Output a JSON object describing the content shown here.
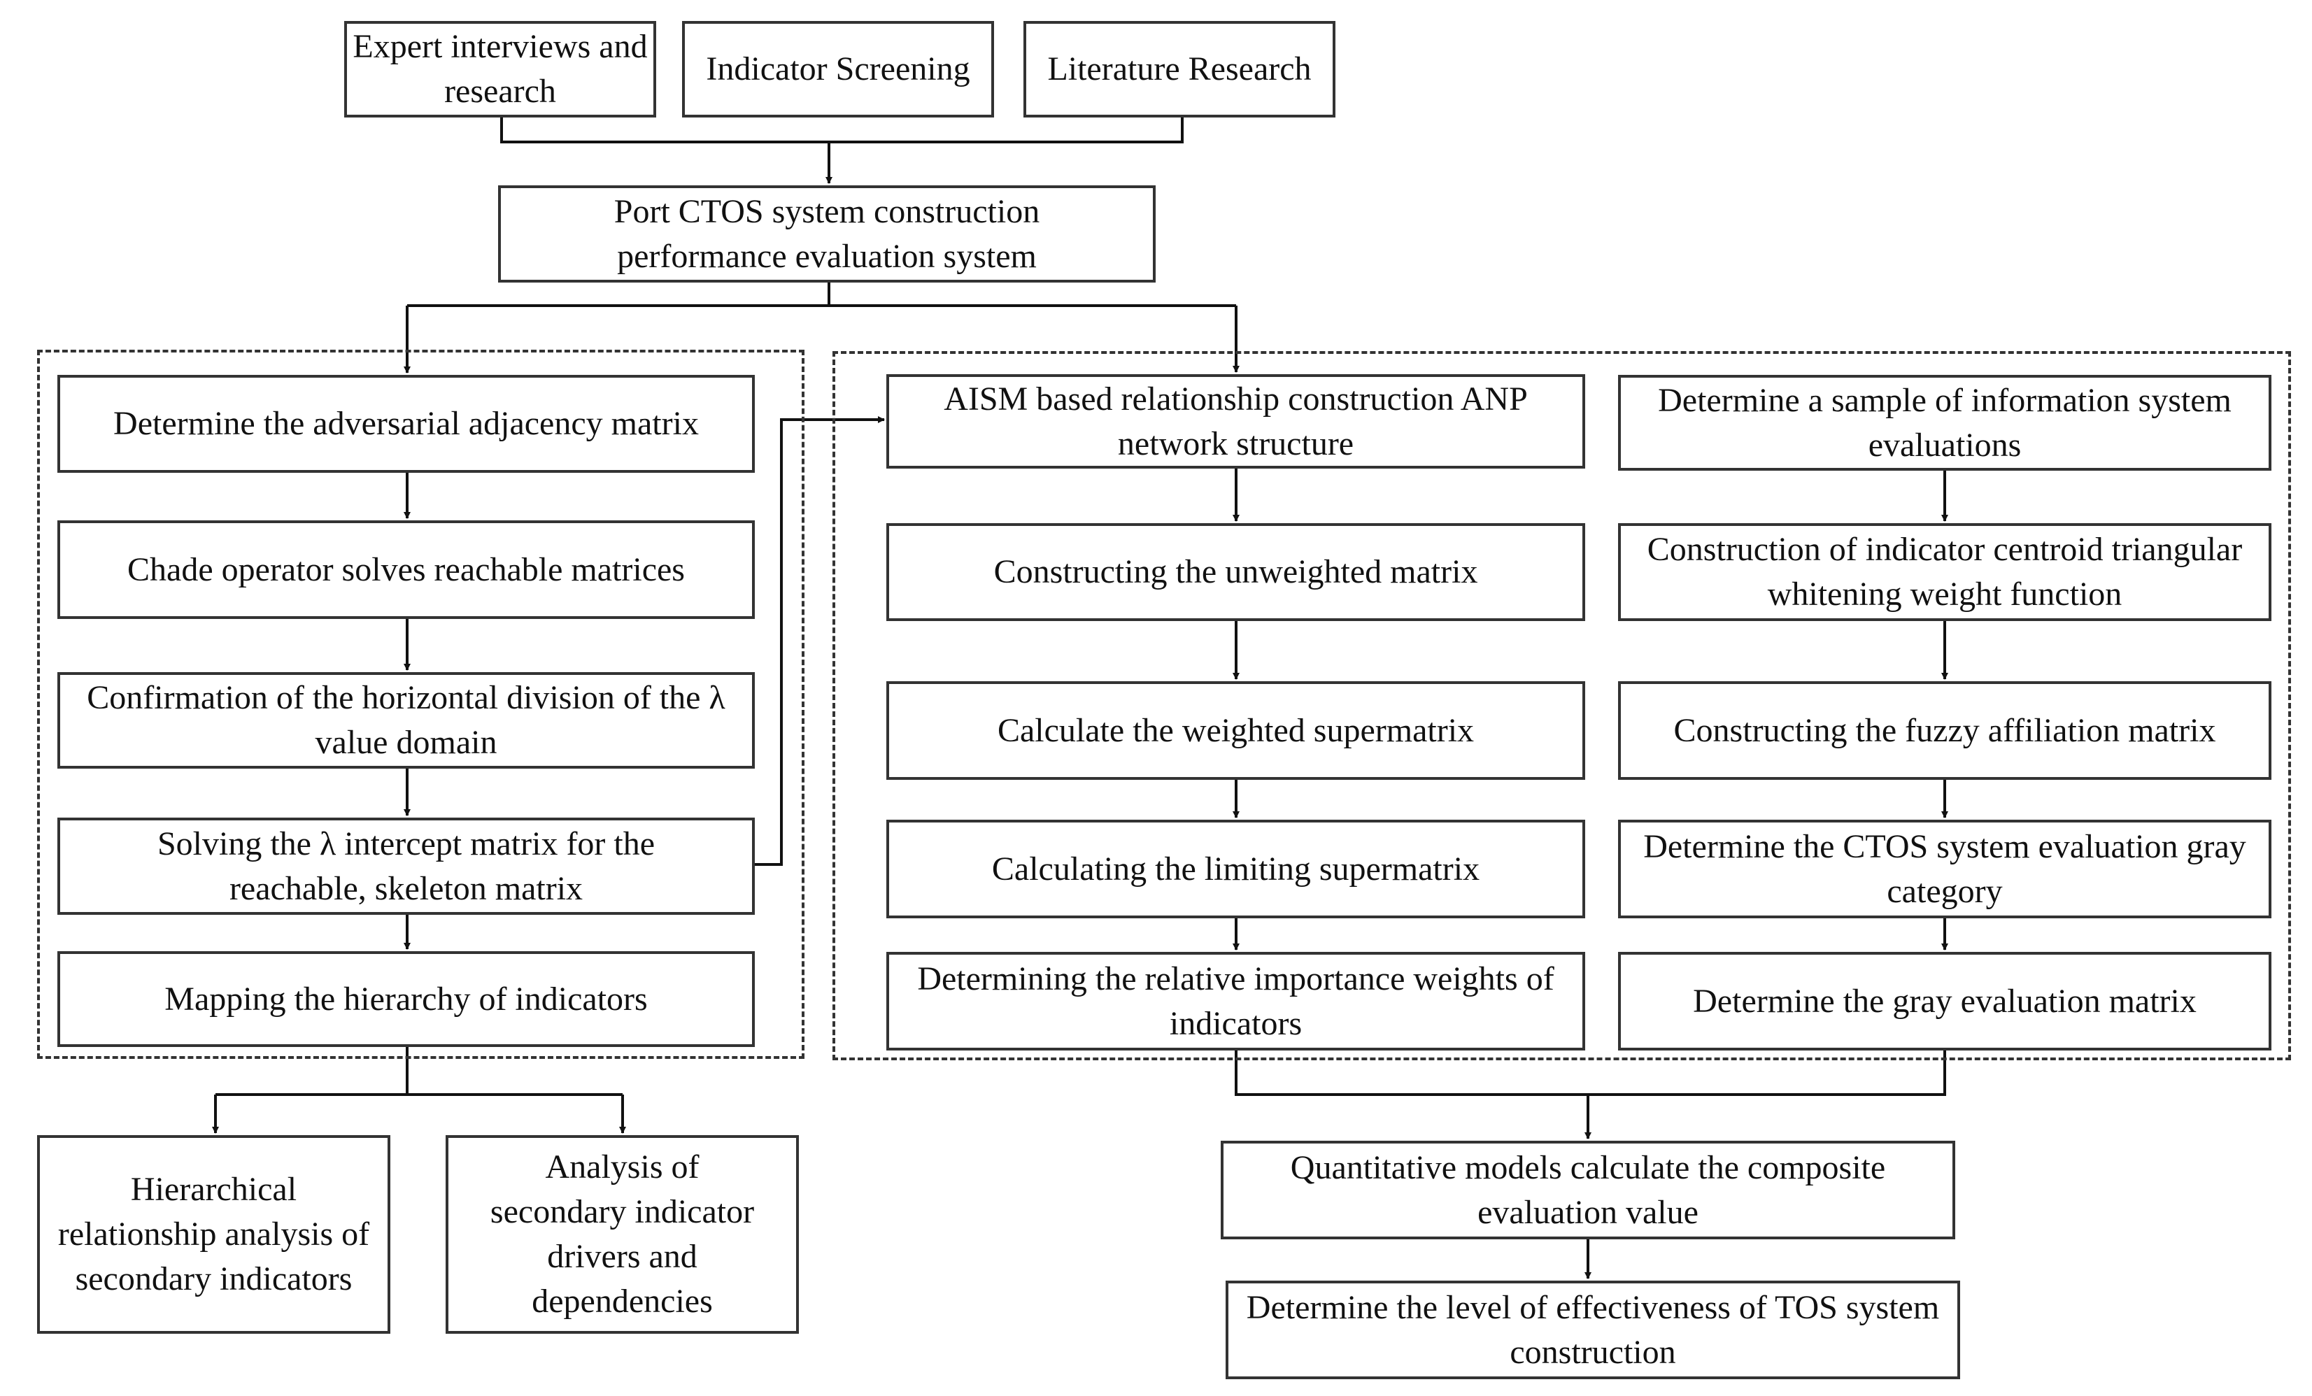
{
  "diagram": {
    "sources": {
      "expert": "Expert interviews and research",
      "indicator": "Indicator Screening",
      "literature": "Literature Research"
    },
    "system": "Port CTOS system construction performance evaluation system",
    "left_steps": {
      "adjacency": "Determine the adversarial adjacency matrix",
      "chade": "Chade operator solves reachable matrices",
      "division": "Confirmation of the horizontal division of the λ value domain",
      "intercept": "Solving the λ intercept matrix for the reachable, skeleton matrix",
      "hierarchy": "Mapping the hierarchy of indicators"
    },
    "left_outputs": {
      "hierarchical": "Hierarchical relationship analysis of secondary indicators",
      "drivers": "Analysis of secondary indicator drivers and dependencies"
    },
    "anp_steps": {
      "aism": "AISM based relationship construction ANP network structure",
      "unweighted": "Constructing the unweighted matrix",
      "weighted": "Calculate the weighted supermatrix",
      "limiting": "Calculating the limiting supermatrix",
      "weights": "Determining the relative importance weights of indicators"
    },
    "gray_steps": {
      "sample": "Determine a sample of information system evaluations",
      "centroid": "Construction of indicator centroid triangular whitening weight function",
      "fuzzy": "Constructing the fuzzy affiliation matrix",
      "category": "Determine the CTOS system evaluation gray category",
      "matrix": "Determine the gray evaluation matrix"
    },
    "results": {
      "composite": "Quantitative models calculate the composite evaluation value",
      "level": "Determine the level of effectiveness of TOS system construction"
    }
  }
}
